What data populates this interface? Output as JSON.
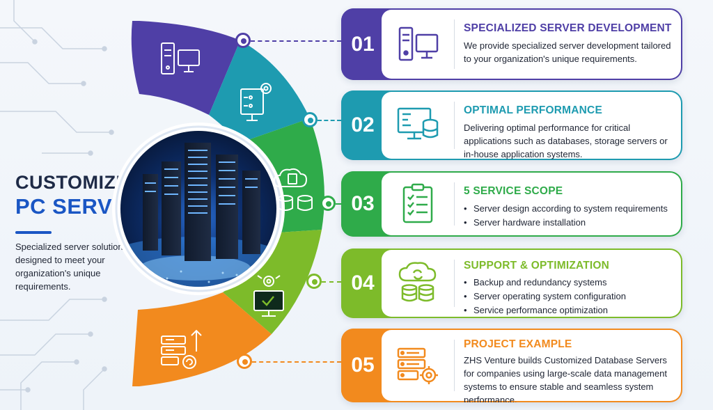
{
  "hero": {
    "title_line1": "CUSTOMIZED",
    "title_line2": "PC SERVERS",
    "description": "Specialized server solutions designed to meet your organization's unique requirements."
  },
  "colors": {
    "step1": "#4f3fa6",
    "step2": "#1e9bb0",
    "step3": "#2fab4a",
    "step4": "#7dbb2a",
    "step5": "#f28a1e",
    "heading_dark": "#1e2a46",
    "heading_blue": "#1a56c4"
  },
  "steps": [
    {
      "number": "01",
      "icon": "desktop-tower-icon",
      "title": "SPECIALIZED SERVER DEVELOPMENT",
      "description": "We provide specialized server development tailored to your organization's unique requirements.",
      "bullets": []
    },
    {
      "number": "02",
      "icon": "monitor-database-icon",
      "title": "OPTIMAL PERFORMANCE",
      "description": "Delivering optimal performance for critical applications such as databases, storage servers or in-house application systems.",
      "bullets": []
    },
    {
      "number": "03",
      "icon": "clipboard-checklist-icon",
      "title": "5 SERVICE SCOPE",
      "description": "",
      "bullets": [
        "Server design according to system requirements",
        "Server hardware installation"
      ]
    },
    {
      "number": "04",
      "icon": "cloud-sync-database-icon",
      "title": "SUPPORT & OPTIMIZATION",
      "description": "",
      "bullets": [
        "Backup and redundancy systems",
        "Server operating system configuration",
        "Service performance optimization"
      ]
    },
    {
      "number": "05",
      "icon": "server-gear-icon",
      "title": "PROJECT EXAMPLE",
      "description": "ZHS Venture builds Customized Database Servers for companies using large-scale data management systems to ensure stable and seamless system performance.",
      "bullets": []
    }
  ]
}
